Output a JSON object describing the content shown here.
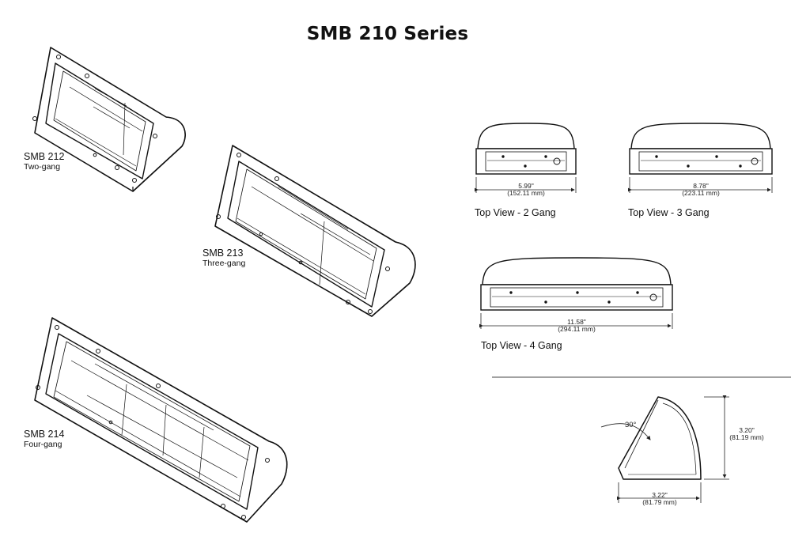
{
  "title": "SMB 210 Series",
  "products": [
    {
      "model": "SMB 212",
      "desc": "Two-gang"
    },
    {
      "model": "SMB 213",
      "desc": "Three-gang"
    },
    {
      "model": "SMB 214",
      "desc": "Four-gang"
    }
  ],
  "top_views": [
    {
      "caption": "Top View - 2 Gang",
      "dim_in": "5.99\"",
      "dim_mm": "(152.11 mm)"
    },
    {
      "caption": "Top View - 3 Gang",
      "dim_in": "8.78\"",
      "dim_mm": "(223.11 mm)"
    },
    {
      "caption": "Top View - 4 Gang",
      "dim_in": "11.58\"",
      "dim_mm": "(294.11 mm)"
    }
  ],
  "side_view": {
    "angle": "30°",
    "height_in": "3.20\"",
    "height_mm": "(81.19 mm)",
    "depth_in": "3.22\"",
    "depth_mm": "(81.79 mm)"
  }
}
